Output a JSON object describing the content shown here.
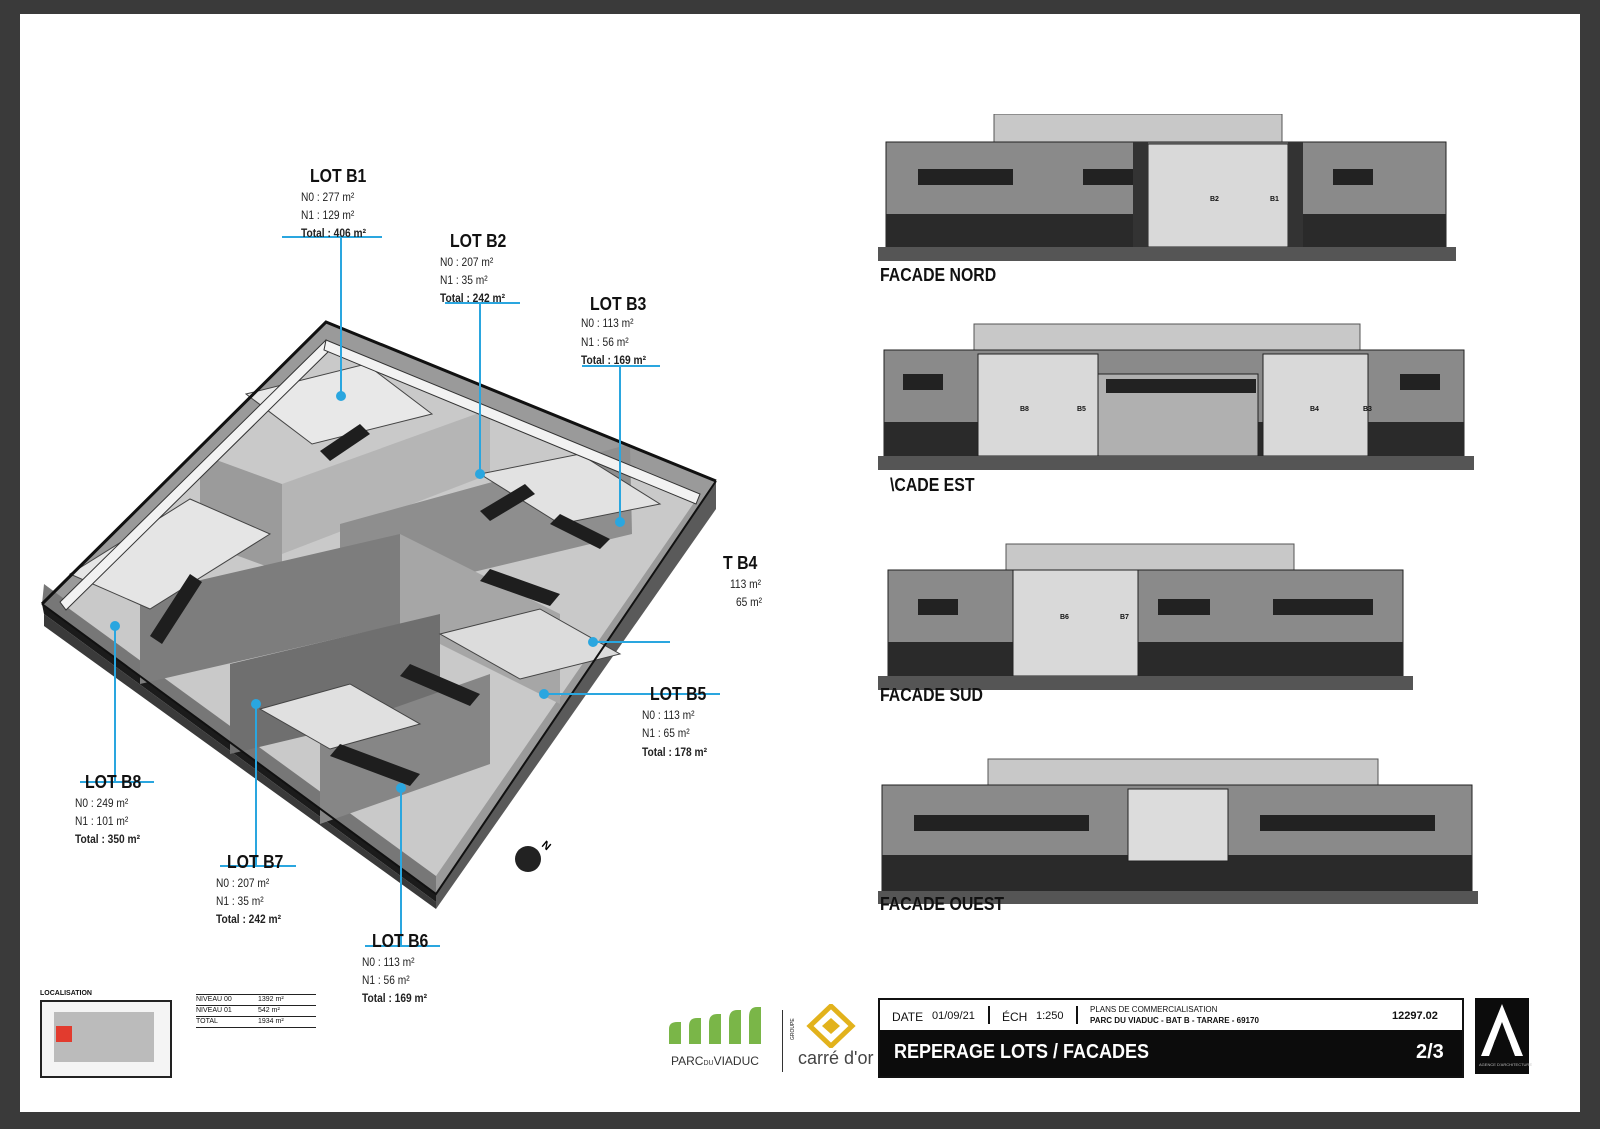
{
  "lots": [
    {
      "id": "B1",
      "title": "LOT B1",
      "n0": "N0    : 277 m²",
      "n1": "N1    : 129 m²",
      "total": "Total : 406 m²"
    },
    {
      "id": "B2",
      "title": "LOT B2",
      "n0": "N0    : 207 m²",
      "n1": "N1    :   35 m²",
      "total": "Total : 242 m²"
    },
    {
      "id": "B3",
      "title": "LOT B3",
      "n0": "N0    : 113 m²",
      "n1": "N1    :   56 m²",
      "total": "Total : 169 m²"
    },
    {
      "id": "B4",
      "title": "T B4",
      "n0": "113 m²",
      "n1": "65 m²",
      "total": ""
    },
    {
      "id": "B5",
      "title": "LOT B5",
      "n0": "N0    : 113 m²",
      "n1": "N1    :   65 m²",
      "total": "Total : 178 m²"
    },
    {
      "id": "B6",
      "title": "LOT B6",
      "n0": "N0    : 113 m²",
      "n1": "N1    :   56 m²",
      "total": "Total : 169 m²"
    },
    {
      "id": "B7",
      "title": "LOT B7",
      "n0": "N0    : 207 m²",
      "n1": "N1    :   35 m²",
      "total": "Total : 242 m²"
    },
    {
      "id": "B8",
      "title": "LOT B8",
      "n0": "N0    : 249 m²",
      "n1": "N1    : 101 m²",
      "total": "Total : 350 m²"
    }
  ],
  "facades": {
    "nord": "FACADE NORD",
    "est": "\\CADE EST",
    "sud": "FACADE SUD",
    "ouest": "FACADE OUEST"
  },
  "facade_tags": {
    "nord": [
      "B2",
      "B1"
    ],
    "est": [
      "B8",
      "B5",
      "B4",
      "B3"
    ],
    "sud": [
      "B6",
      "B7"
    ]
  },
  "localisation": {
    "label": "LOCALISATION",
    "rows": [
      {
        "name": "NIVEAU 00",
        "value": "1392 m²"
      },
      {
        "name": "NIVEAU 01",
        "value": "542 m²"
      },
      {
        "name": "TOTAL",
        "value": "1934 m²"
      }
    ]
  },
  "north_label": "N",
  "logos": {
    "parc_line1": "PARC",
    "parc_line2": "DU",
    "parc_line3": "VIADUC",
    "carre_small": "GROUPE",
    "carre_name": "carré d'or"
  },
  "title_block": {
    "date_label": "DATE",
    "date_value": "01/09/21",
    "scale_label": "ÉCH",
    "scale_value": "1:250",
    "project_line1": "PLANS DE COMMERCIALISATION",
    "project_line2": "PARC DU VIADUC - BAT B - TARARE - 69170",
    "number": "12297.02",
    "title": "REPERAGE LOTS / FACADES",
    "sheet": "2/3",
    "architect_caption": "AGENCE D'ARCHITECTURE"
  },
  "colors": {
    "callout": "#2aa6df",
    "wall_dark": "#2b2b2b",
    "wall_mid": "#8a8a8a",
    "wall_light": "#cfcfcf",
    "floor": "#d8d8d8",
    "green_logo": "#7ab648",
    "gold_logo": "#e2b21c"
  }
}
